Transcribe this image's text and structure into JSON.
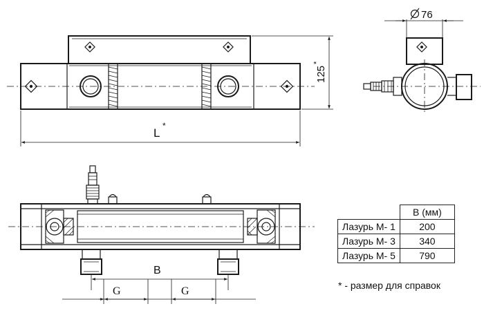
{
  "dimensions": {
    "diameter": "76",
    "height": "125",
    "height_star": "*",
    "length": "L",
    "length_star": "*",
    "spacing_b": "B",
    "spacing_g1": "G",
    "spacing_g2": "G"
  },
  "table": {
    "header": "B (мм)",
    "rows": [
      {
        "name": "Лазурь М- 1",
        "value": "200"
      },
      {
        "name": "Лазурь М- 3",
        "value": "340"
      },
      {
        "name": "Лазурь М- 5",
        "value": "790"
      }
    ]
  },
  "footnote": "* - размер для справок",
  "colors": {
    "ink": "#1a1a1a",
    "background": "#ffffff"
  }
}
